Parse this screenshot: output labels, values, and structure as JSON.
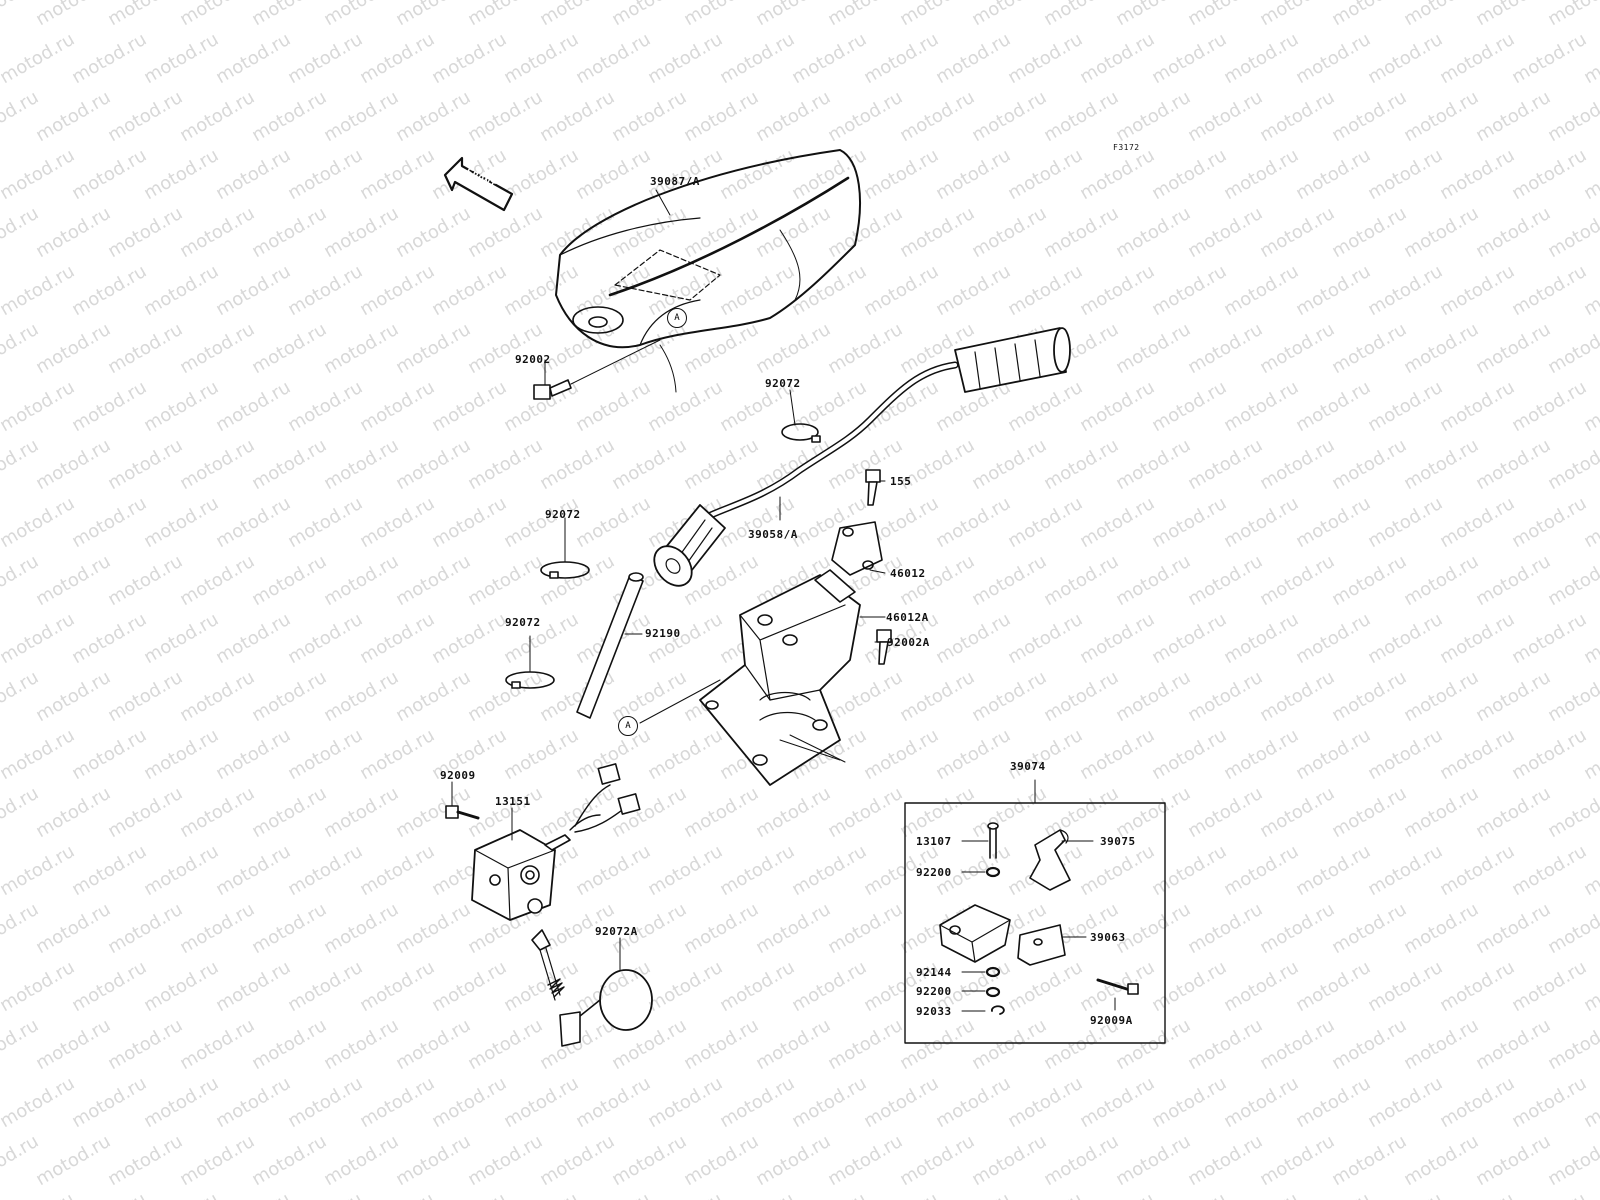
{
  "watermark": "motod.ru",
  "figure_code": "F3172",
  "front_label": "FRONT",
  "callout_letter": "A",
  "parts": {
    "cover": "39087/A",
    "bolt_cover": "92002",
    "band_upper": "92072",
    "bolt_155": "155",
    "handlebar": "39058/A",
    "band_mid": "92072",
    "holder_upper": "46012",
    "holder_lower": "46012A",
    "band_lower": "92072",
    "hose": "92190",
    "bolt_holder": "92002A",
    "screw_switch": "92009",
    "switch": "13151",
    "lever_assy": "39074",
    "pin": "13107",
    "lever": "39075",
    "washer_upper": "92200",
    "bracket": "39063",
    "spring_clamp": "92072A",
    "washer_spring": "92144",
    "washer_lower": "92200",
    "circlip": "92033",
    "screw_bracket": "92009A"
  }
}
